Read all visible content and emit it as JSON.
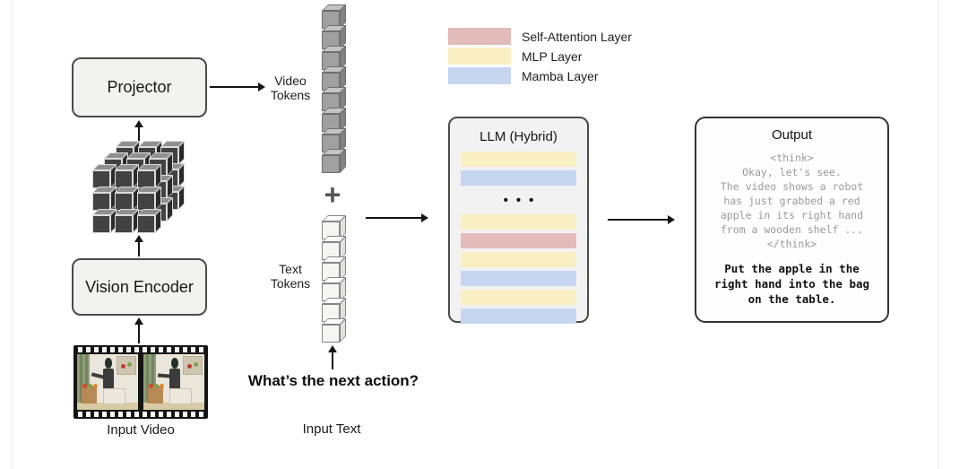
{
  "colors": {
    "attention": "#e3bbbb",
    "mlp": "#faeec3",
    "mamba": "#c6d6f1"
  },
  "left_pipeline": {
    "projector": "Projector",
    "vision_encoder": "Vision Encoder",
    "input_video": "Input Video"
  },
  "tokens": {
    "video_label": "Video\nTokens",
    "plus": "+",
    "text_label": "Text\nTokens",
    "video_count": 8,
    "text_count": 6,
    "question": "What’s the next action?",
    "input_text": "Input Text"
  },
  "legend": {
    "items": [
      {
        "label": "Self-Attention Layer",
        "type": "attention"
      },
      {
        "label": "MLP Layer",
        "type": "mlp"
      },
      {
        "label": "Mamba Layer",
        "type": "mamba"
      }
    ]
  },
  "llm": {
    "title": "LLM (Hybrid)",
    "top_layers": [
      "mlp",
      "mamba"
    ],
    "ellipsis": "•••",
    "bottom_layers": [
      "mlp",
      "attention",
      "mlp",
      "mamba",
      "mlp",
      "mamba"
    ]
  },
  "output": {
    "title": "Output",
    "think_lines": [
      "<think>",
      "Okay, let's see.",
      "The video shows a robot",
      "has just grabbed a red",
      "apple in its right hand",
      "from a wooden shelf ...",
      "</think>"
    ],
    "answer_lines": [
      "Put the apple in the",
      "right hand into the bag",
      "on the table."
    ]
  }
}
